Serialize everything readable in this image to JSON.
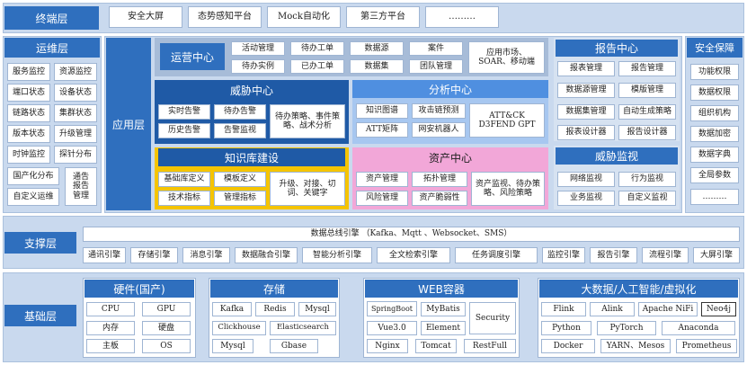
{
  "terminal": {
    "label": "终端层",
    "items": [
      "安全大屏",
      "态势感知平台",
      "Mock自动化",
      "第三方平台",
      "………"
    ]
  },
  "ops": {
    "label": "运维层",
    "items": [
      "服务监控",
      "资源监控",
      "端口状态",
      "设备状态",
      "链路状态",
      "集群状态",
      "版本状态",
      "升级管理",
      "时钟监控",
      "探针分布",
      "国产化分布",
      "通告报告管理",
      "自定义运维"
    ]
  },
  "app": {
    "label": "应用层",
    "ops_center": {
      "title": "运营中心",
      "items": [
        "活动管理",
        "待办工单",
        "数据源",
        "案件",
        "待办实例",
        "已办工单",
        "数据集",
        "团队管理"
      ],
      "side": "应用市场、SOAR、移动端"
    },
    "threat_center": {
      "title": "威胁中心",
      "items": [
        "实时告警",
        "待办告警",
        "历史告警",
        "告警监视"
      ],
      "side": "待办策略、事件策略、战术分析"
    },
    "analysis_center": {
      "title": "分析中心",
      "items": [
        "知识图谱",
        "攻击链预测",
        "ATT矩阵",
        "网安机器人"
      ],
      "side": "ATT&CK D3FEND GPT"
    },
    "kb": {
      "title": "知识库建设",
      "items": [
        "基础库定义",
        "模板定义",
        "技术指标",
        "管理指标"
      ],
      "side": "升级、对接、切词、关键字"
    },
    "asset_center": {
      "title": "资产中心",
      "items": [
        "资产管理",
        "拓扑管理",
        "风险管理",
        "资产脆弱性"
      ],
      "side": "资产监视、待办策略、风险策略"
    },
    "report_center": {
      "title": "报告中心",
      "items": [
        "报表管理",
        "报告管理",
        "数据源管理",
        "模版管理",
        "数据集管理",
        "自动生成策略",
        "报表设计器",
        "报告设计器"
      ]
    },
    "threat_watch": {
      "title": "威胁监视",
      "items": [
        "网络监视",
        "行为监视",
        "业务监视",
        "自定义监视"
      ]
    }
  },
  "security": {
    "title": "安全保障",
    "items": [
      "功能权限",
      "数据权限",
      "组织机构",
      "数据加密",
      "数据字典",
      "全局参数",
      "………"
    ]
  },
  "support": {
    "label": "支撑层",
    "bus": "数据总线引擎 （Kafka、Mqtt 、Websocket、SMS）",
    "engines": [
      "通讯引擎",
      "存储引擎",
      "消息引擎",
      "数据融合引擎",
      "智能分析引擎",
      "全文检索引擎",
      "任务调度引擎",
      "监控引擎",
      "报告引擎",
      "流程引擎",
      "大屏引擎"
    ]
  },
  "base": {
    "label": "基础层",
    "hardware": {
      "title": "硬件(国产)",
      "items": [
        "CPU",
        "GPU",
        "内存",
        "硬盘",
        "主板",
        "OS"
      ]
    },
    "storage": {
      "title": "存储",
      "items": [
        "Kafka",
        "Redis",
        "Mysql",
        "Clickhouse",
        "Elasticsearch",
        "Mysql",
        "Gbase"
      ]
    },
    "web": {
      "title": "WEB容器",
      "items": [
        "SpringBoot",
        "MyBatis",
        "Security",
        "Vue3.0",
        "Element",
        "Nginx",
        "Tomcat",
        "RestFull"
      ]
    },
    "bigdata": {
      "title": "大数据/人工智能/虚拟化",
      "items": [
        "Flink",
        "Alink",
        "Apache NiFi",
        "Neo4j",
        "Python",
        "PyTorch",
        "Anaconda",
        "Docker",
        "YARN、Mesos",
        "Prometheus"
      ]
    }
  },
  "colors": {
    "layer_bg": "#c9d9ee",
    "label_blue": "#2f6fbe",
    "threat_dark": "#1f5aa6",
    "kb_yellow": "#f5c400",
    "asset_pink": "#f2a7d8",
    "analysis_light": "#4f8fe0"
  }
}
